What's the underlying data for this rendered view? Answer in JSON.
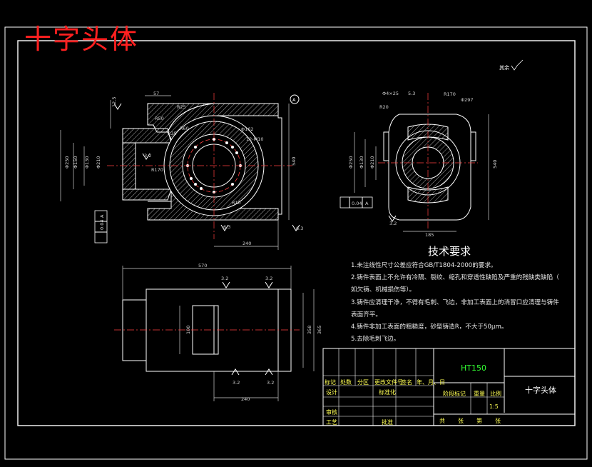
{
  "drawing": {
    "overlay_title": "十字头体",
    "roughness_note": "其余",
    "section_label": "A"
  },
  "dimensions": {
    "front_view": [
      "57",
      "R25",
      "R50",
      "R35",
      "R60",
      "Φ162",
      "12-M10",
      "R170",
      "Φ250",
      "Φ150",
      "Φ130",
      "Φ210",
      "540",
      "R10",
      "240",
      "6.3",
      "3.2",
      "6.3",
      "12.5",
      "0.04",
      "A"
    ],
    "side_view": [
      "Φ4×25",
      "5.3",
      "R170",
      "Φ297",
      "R20",
      "Φ250",
      "Φ130",
      "Φ210",
      "540",
      "185",
      "0.04",
      "A",
      "3.2"
    ],
    "bottom_view": [
      "570",
      "3.2",
      "3.2",
      "100",
      "358",
      "365",
      "3.2",
      "3.2",
      "240"
    ]
  },
  "tech_requirements": {
    "title": "技术要求",
    "items": [
      "1.未注线性尺寸公差应符合GB/T1804-2000的要求。",
      "2.铸件表面上不允许有冷隔、裂纹、缩孔和穿透性缺陷及严重的残缺类缺陷（",
      "如欠铸、机械损伤等）。",
      "3.铸件应清理干净，不得有毛刺、飞边，非加工表面上的浇冒口应清理与铸件",
      "表面齐平。",
      "4.铸件非加工表面的粗糙度，砂型铸造R，不大于50μm。",
      "5.去除毛刺飞边。"
    ]
  },
  "title_block": {
    "material": "HT150",
    "part_name": "十字头体",
    "scale": "1:5",
    "row_headers": [
      "标记",
      "处数",
      "分区",
      "更改文件号",
      "签名",
      "年、月、日"
    ],
    "left_labels": [
      "设计",
      "标准化",
      "审核",
      "工艺",
      "批准"
    ],
    "mid_labels": [
      "阶段标记",
      "重量",
      "比例"
    ],
    "sheet_labels": [
      "共",
      "张",
      "第",
      "张"
    ]
  },
  "colors": {
    "background": "#000000",
    "line_white": "#ffffff",
    "dim_cyan": "#cfcfcf",
    "hatch": "#d0d0d0",
    "title_red": "#ff2020",
    "tb_yellow": "#ffff55",
    "tb_green": "#33ff33",
    "center_red": "#ff4040"
  }
}
